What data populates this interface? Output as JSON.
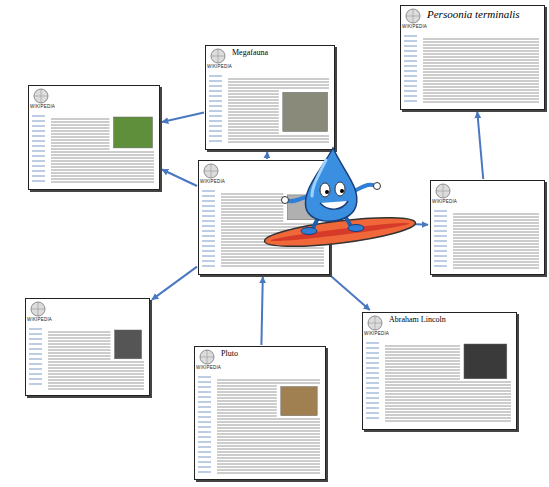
{
  "diagram": {
    "nodes": [
      {
        "text": [
          "WIKIPEDIA",
          "Persoonia terminalis"
        ]
      },
      {
        "text": [
          "WIKIPEDIA",
          "Megafauna"
        ]
      },
      {
        "text": [
          "WIKIPEDIA"
        ]
      },
      {
        "text": [
          "WIKIPEDIA"
        ]
      },
      {
        "text": [
          "WIKIPEDIA"
        ]
      },
      {
        "text": [
          "WIKIPEDIA"
        ]
      },
      {
        "text": [
          "WIKIPEDIA",
          "Abraham Lincoln"
        ]
      },
      {
        "text": [
          "WIKIPEDIA",
          "Pluto"
        ]
      }
    ],
    "edges": [
      {
        "from": 3,
        "to": 1,
        "arrow": "to"
      },
      {
        "from": 3,
        "to": 2,
        "arrow": "to"
      },
      {
        "from": 1,
        "to": 2,
        "arrow": "to"
      },
      {
        "from": 3,
        "to": 5,
        "arrow": "to"
      },
      {
        "from": 7,
        "to": 3,
        "arrow": "to"
      },
      {
        "from": 3,
        "to": 6,
        "arrow": "to"
      },
      {
        "from": 3,
        "to": 4,
        "arrow": "to"
      },
      {
        "from": 4,
        "to": 0,
        "arrow": "to"
      }
    ]
  }
}
